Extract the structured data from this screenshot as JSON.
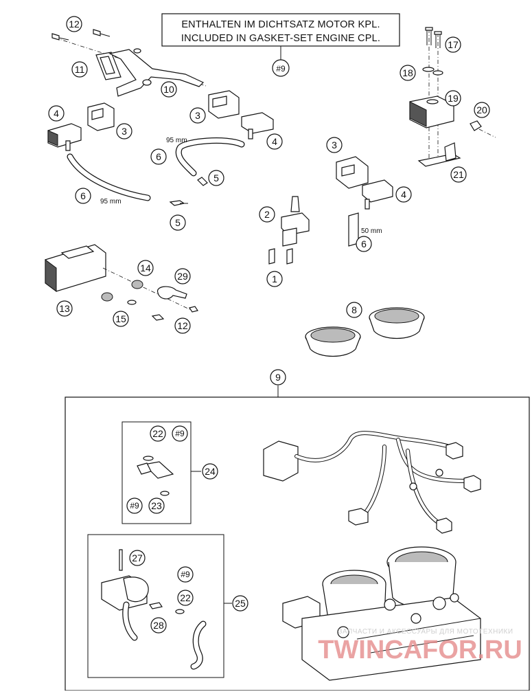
{
  "note": {
    "line1": "ENTHALTEN IM DICHTSATZ MOTOR KPL.",
    "line2": "INCLUDED IN GASKET-SET ENGINE CPL."
  },
  "callouts": {
    "c12a": "12",
    "c11": "11",
    "c10": "10",
    "c9note": "#9",
    "c18": "18",
    "c17": "17",
    "c19": "19",
    "c20": "20",
    "c21": "21",
    "c4a": "4",
    "c3a": "3",
    "c3b": "3",
    "c4b": "4",
    "c6a": "6",
    "c5a": "5",
    "c6b": "6",
    "c5b": "5",
    "c3c": "3",
    "c4c": "4",
    "c2": "2",
    "c1": "1",
    "c6c": "6",
    "c13": "13",
    "c14": "14",
    "c29": "29",
    "c15": "15",
    "c12b": "12",
    "c8": "8",
    "c9main": "9",
    "c22a": "22",
    "c9a": "#9",
    "c24": "24",
    "c9b": "#9",
    "c23": "23",
    "c27": "27",
    "c9c": "#9",
    "c22b": "22",
    "c25": "25",
    "c28": "28"
  },
  "dims": {
    "d95a": "95 mm",
    "d95b": "95 mm",
    "d50": "50 mm"
  },
  "watermark": {
    "sub": "ЗАПЧАСТИ И АКСЕССУАРЫ ДЛЯ МОТОТЕХНИКИ",
    "main": "TWINCAFOR.RU"
  }
}
